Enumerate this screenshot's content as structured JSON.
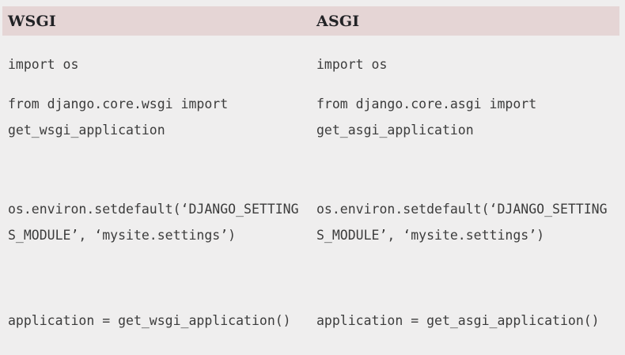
{
  "colors": {
    "page_background": "#efeeee",
    "header_background": "#e5d5d5",
    "header_text": "#222326",
    "code_text": "#3c3c3c"
  },
  "table": {
    "columns": [
      {
        "header": "WSGI",
        "paragraphs": [
          {
            "lines": [
              "import os"
            ]
          },
          {
            "lines": [
              "from django.core.wsgi import",
              "get_wsgi_application"
            ]
          },
          {
            "lines": []
          },
          {
            "lines": [
              "os.environ.setdefault(‘DJANGO_SETTING",
              "S_MODULE’, ‘mysite.settings’)"
            ]
          },
          {
            "lines": []
          },
          {
            "lines": [
              "application = get_wsgi_application()"
            ]
          }
        ]
      },
      {
        "header": "ASGI",
        "paragraphs": [
          {
            "lines": [
              "import os"
            ]
          },
          {
            "lines": [
              "from django.core.asgi import",
              "get_asgi_application"
            ]
          },
          {
            "lines": []
          },
          {
            "lines": [
              "os.environ.setdefault(‘DJANGO_SETTING",
              "S_MODULE’, ‘mysite.settings’)"
            ]
          },
          {
            "lines": []
          },
          {
            "lines": [
              "application = get_asgi_application()"
            ]
          }
        ]
      }
    ]
  }
}
